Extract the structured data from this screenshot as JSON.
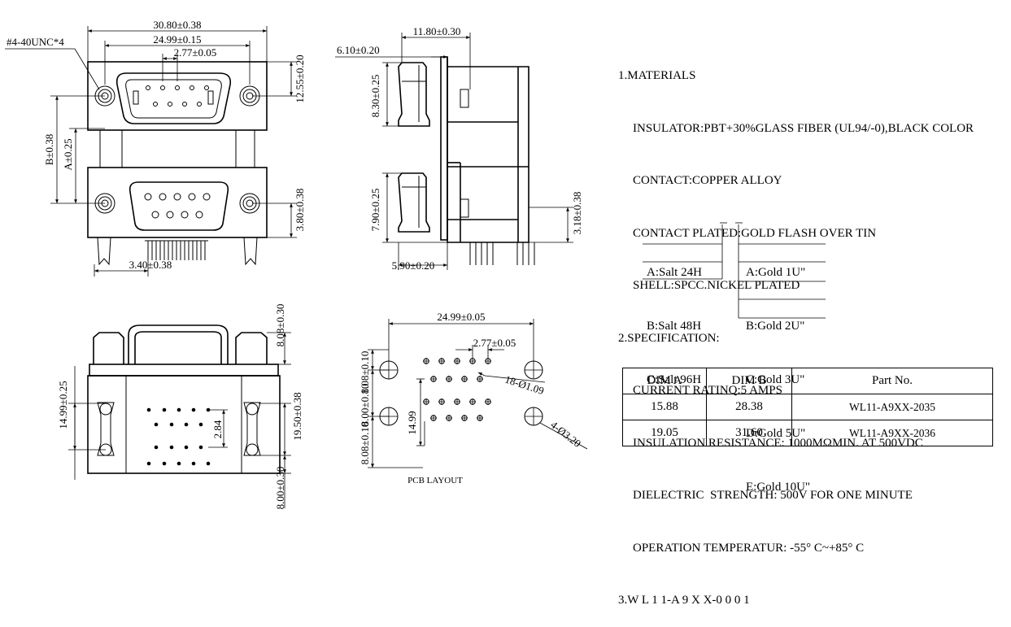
{
  "top_left_view": {
    "thread_note": "#4-40UNC*4",
    "dim_overall_width": "30.80±0.38",
    "dim_hole_spacing": "24.99±0.15",
    "dim_pin_pitch": "2.77±0.05",
    "dim_top_height": "12.55±0.20",
    "dim_b": "B±0.38",
    "dim_a": "A±0.25",
    "dim_bottom_height": "3.80±0.38",
    "dim_pin_offset": "3.40±0.38"
  },
  "side_view": {
    "dim_top_width": "11.80±0.30",
    "dim_flange": "6.10±0.20",
    "dim_upper": "8.30±0.25",
    "dim_lower": "7.90±0.25",
    "dim_foot": "3.18±0.38",
    "dim_bottom": "5.90±0.20"
  },
  "bottom_left_view": {
    "dim_top_gap": "8.08±0.30",
    "dim_height_left": "14.99±0.25",
    "dim_height_right": "19.50±0.38",
    "dim_row_pitch": "2.84",
    "dim_bottom_gap": "8.00±0.30"
  },
  "pcb_view": {
    "dim_hole_spacing": "24.99±0.05",
    "dim_pin_pitch": "2.77±0.05",
    "dim_top": "8.08±0.10",
    "dim_mid": "8.00±0.10",
    "dim_low": "8.08±0.10",
    "dim_rows": "14.99",
    "pin_hole_note": "18-Ø1.09",
    "mount_hole_note": "4-Ø3.20",
    "caption": "PCB LAYOUT"
  },
  "notes": {
    "materials_heading": "1.MATERIALS",
    "insulator": "INSULATOR:PBT+30%GLASS FIBER (UL94/-0),BLACK COLOR",
    "contact": "CONTACT:COPPER ALLOY",
    "contact_plated": "CONTACT PLATED:GOLD FLASH OVER TIN",
    "shell": "SHELL:SPCC.NICKEL PLATED",
    "spec_heading": "2.SPECIFICATION:",
    "current": "CURRENT RATINQ:5 AMPS",
    "insulation": "INSULATION RESISTANCE: 1000MΩMIN. AT 500VDC",
    "dielectric": "DIELECTRIC  STRENGTH: 500V FOR ONE MINUTE",
    "operation": "OPERATION TEMPERATUR: -55° C~+85° C",
    "part_code": "3.W L 1 1-A 9 X X-0 0 0 1"
  },
  "salt_options": [
    "A:Salt 24H",
    "B:Salt 48H",
    "C:Salt 96H"
  ],
  "gold_options": [
    "A:Gold 1U\"",
    "B:Gold 2U\"",
    "C:Gold 3U\"",
    "D:Gold 5U\"",
    "E:Gold 10U\""
  ],
  "parts_table": {
    "headers": [
      "DIM A",
      "DIM B",
      "Part  No."
    ],
    "rows": [
      [
        "15.88",
        "28.38",
        "WL11-A9XX-2035"
      ],
      [
        "19.05",
        "31.60",
        "WL11-A9XX-2036"
      ]
    ]
  }
}
